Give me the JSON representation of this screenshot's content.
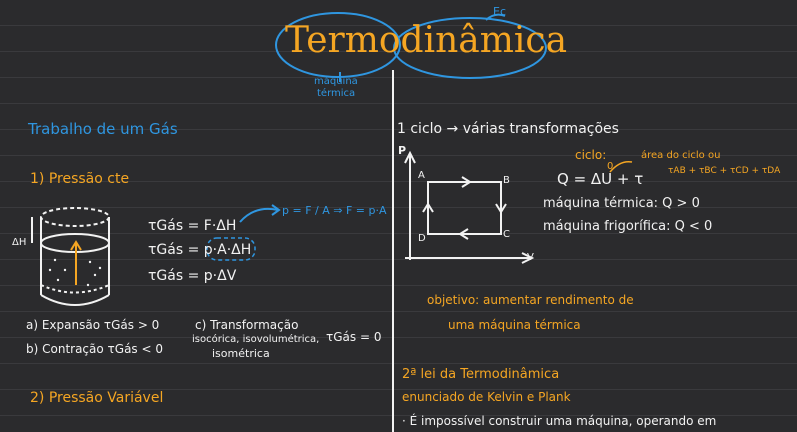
{
  "title": {
    "part1": "Termo",
    "part2": "dinâmica"
  },
  "annotations": {
    "ec": "Ec",
    "maquina_line1": "máquina",
    "maquina_line2": "térmica"
  },
  "left": {
    "section_title": "Trabalho de um Gás",
    "p1_title": "1) Pressão cte",
    "delta_h": "ΔH",
    "eq1": "τGás = F·ΔH",
    "eq2": "τGás = p·A·ΔH",
    "eq3": "τGás = p·ΔV",
    "pressure_def": "p = F / A  ⇒ F = p·A",
    "a_expansion": "a) Expansão  τGás > 0",
    "b_contraction": "b) Contração  τGás < 0",
    "c_line1": "c) Transformação",
    "c_line2": "isocórica, isovolumétrica,",
    "c_line3": "isométrica",
    "c_result": "τGás = 0",
    "p2_title": "2) Pressão Variável"
  },
  "right": {
    "cycle_heading": "1 ciclo → várias transformações",
    "cycle_label": "ciclo:",
    "cycle_eq": "Q = ΔU + τ",
    "delta_u_zero": "0",
    "area_note_line1": "área do ciclo  ou",
    "area_note_line2": "τAB + τBC + τCD + τDA",
    "engine": "máquina térmica: Q > 0",
    "fridge": "máquina frigorífica: Q < 0",
    "graph": {
      "p_axis": "P",
      "v_axis": "V",
      "A": "A",
      "B": "B",
      "C": "C",
      "D": "D"
    },
    "objective_line1": "objetivo: aumentar rendimento de",
    "objective_line2": "uma máquina térmica",
    "second_law": "2ª lei da Termodinâmica",
    "kelvin": "enunciado de Kelvin e Plank",
    "kelvin_text": "· É impossível construir uma máquina, operando em"
  },
  "colors": {
    "background": "#2b2b2d",
    "ink": "#f2f2f2",
    "orange": "#f5a623",
    "blue": "#2f96e0"
  }
}
